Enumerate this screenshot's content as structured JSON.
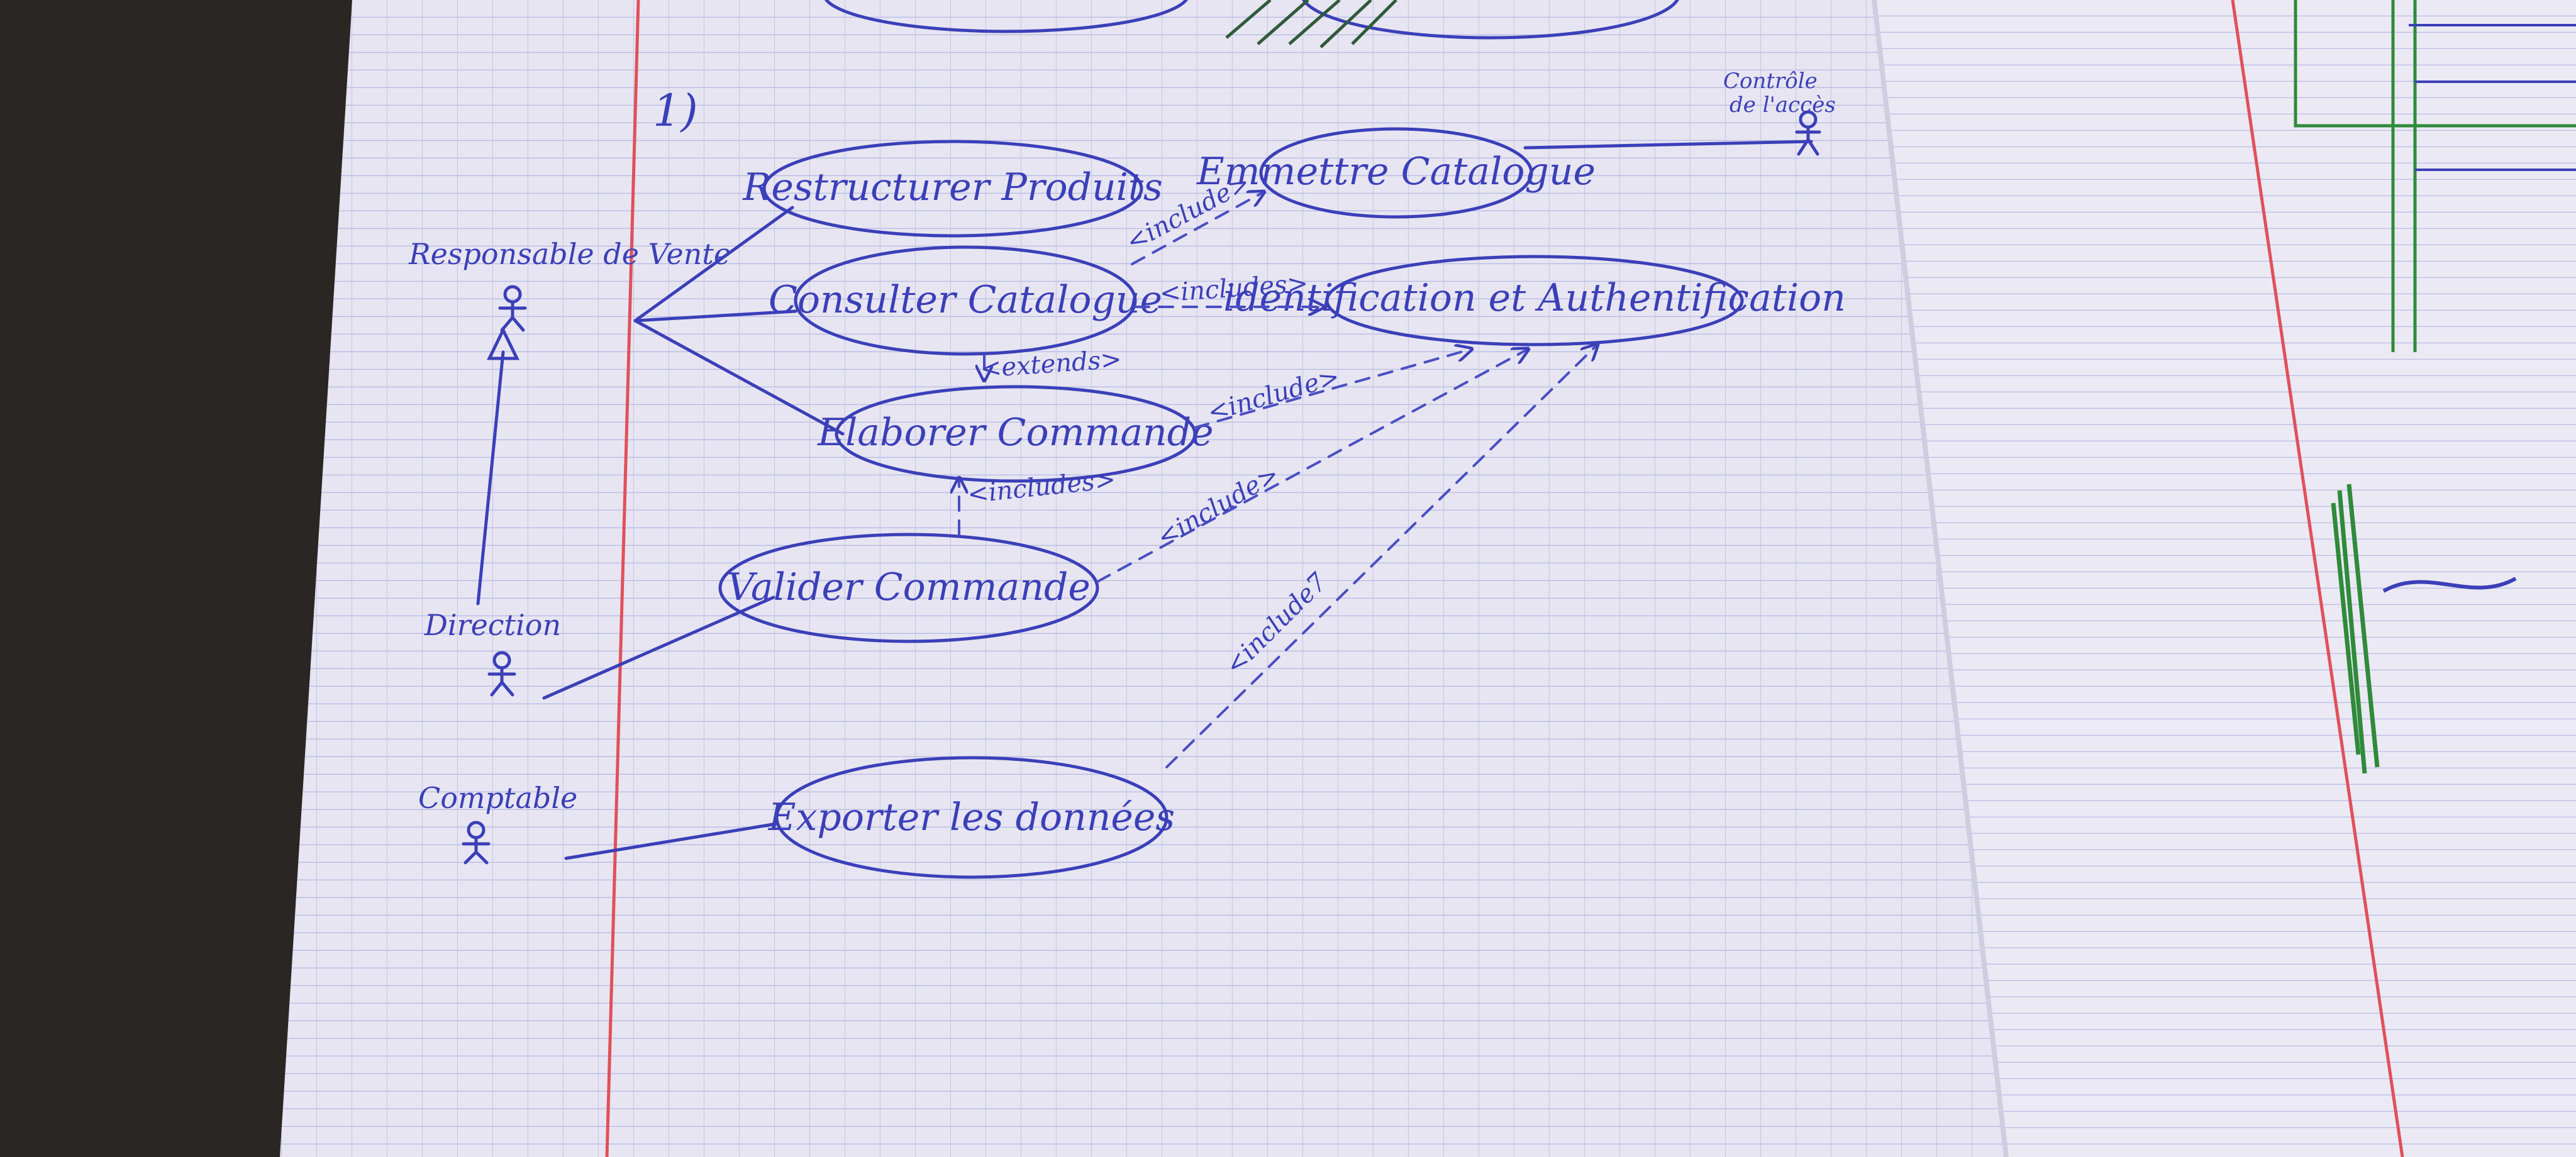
{
  "diagram": {
    "section_number": "1)",
    "actors": {
      "responsable": "Responsable de Vente",
      "direction": "Direction",
      "comptable": "Comptable",
      "controle": [
        "Contrôle",
        "de l'accès"
      ]
    },
    "use_cases": {
      "restructurer": "Restructurer Produits",
      "emmettre": "Emmettre Catalogue",
      "consulter": "Consulter Catalogue",
      "identification": "identification et Authentification",
      "elaborer": "Elaborer Commande",
      "valider": "Valider Commande",
      "exporter": "Exporter les données"
    },
    "relations": {
      "include_1": "<include>",
      "include_2": "<includes>",
      "extends": "<extends>",
      "include_3": "<include>",
      "includes_4": "<includes>",
      "include_5": "<include>",
      "include_6": "<include7"
    }
  },
  "colors": {
    "ink": "#3b3fb8",
    "paper": "#e6e4f0",
    "margin_line": "#e0505a",
    "grid": "#a8aee0",
    "background": "#2a2624",
    "green_ink": "#2f8a3a"
  }
}
